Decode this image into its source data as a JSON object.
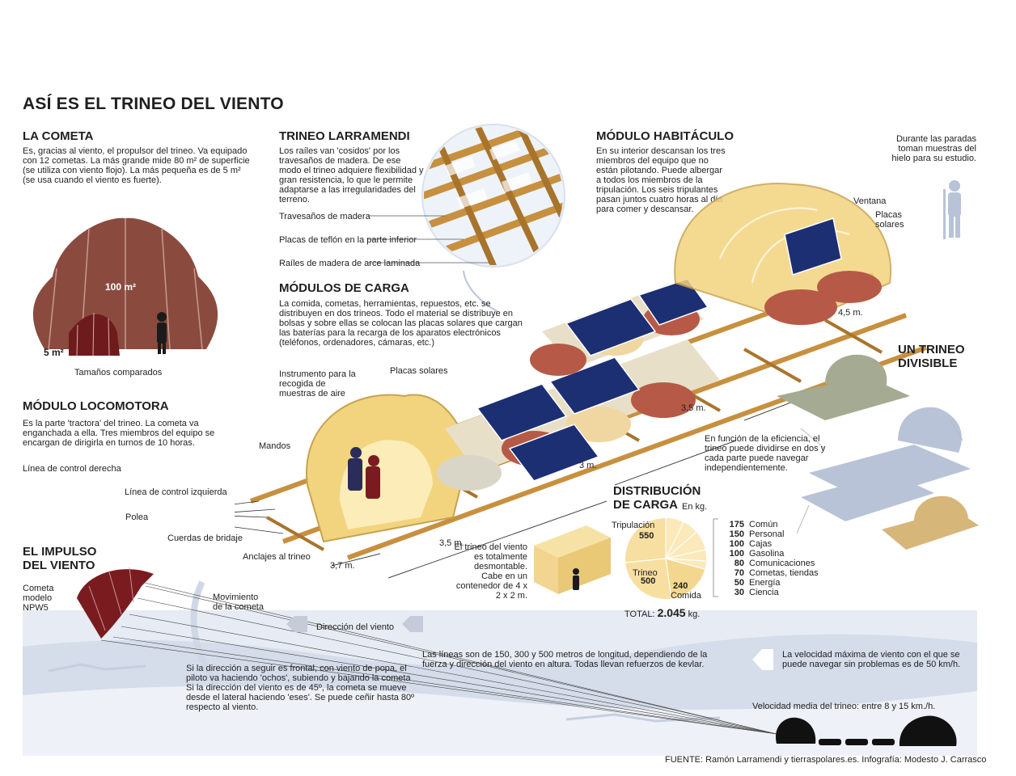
{
  "title": "ASÍ ES EL TRINEO DEL VIENTO",
  "cometa": {
    "heading": "LA COMETA",
    "text": "Es, gracias al viento, el propulsor del trineo. Va equipado con 12 cometas. La más grande mide 80 m² de superficie (se utiliza con viento flojo). La más pequeña es de 5 m² (se usa cuando el viento es fuerte).",
    "big_label": "100 m²",
    "small_label": "5 m²",
    "caption": "Tamaños comparados"
  },
  "trineo_larramendi": {
    "heading": "TRINEO LARRAMENDI",
    "text": "Los raíles van 'cosidos' por los travesaños de madera. De ese modo el trineo adquiere flexibilidad y gran resistencia, lo que le permite adaptarse a las irregularidades del terreno.",
    "labels": [
      "Travesaños de madera",
      "Placas de teflón en la parte inferior",
      "Raíles de madera de arce laminada"
    ]
  },
  "habitaculo": {
    "heading": "MÓDULO HABITÁCULO",
    "text": "En su interior descansan los tres miembros del equipo que no están pilotando. Puede albergar a todos los miembros de la tripulación. Los seis tripulantes pasan juntos cuatro horas al día para comer y descansar.",
    "ventana": "Ventana",
    "placas": "Placas solares",
    "dim": "4,5 m."
  },
  "paradas": {
    "text": "Durante las paradas toman muestras del hielo para su estudio."
  },
  "carga": {
    "heading": "MÓDULOS DE CARGA",
    "text": "La comida, cometas, herramientas, repuestos, etc. se distribuyen en dos trineos. Todo el material se distribuye en bolsas y sobre ellas se colocan las placas solares que cargan las baterías para la recarga de los aparatos electrónicos (teléfonos, ordenadores, cámaras, etc.)",
    "placas": "Placas solares",
    "instrumento": "Instrumento para la recogida de muestras de aire"
  },
  "locomotora": {
    "heading": "MÓDULO LOCOMOTORA",
    "text": "Es la parte 'tractora' del trineo. La cometa va enganchada a ella. Tres miembros del equipo se encargan de dirigirla en turnos de 10 horas.",
    "labels": [
      "Línea de control derecha",
      "Línea de control izquierda",
      "Polea",
      "Cuerdas de bridaje",
      "Anclajes al trineo",
      "Mandos"
    ]
  },
  "dims": [
    "3,5 m.",
    "3 m.",
    "3,5 m.",
    "3,7 m."
  ],
  "divisible": {
    "heading": "UN TRINEO DIVISIBLE",
    "text": "En función de la eficiencia, el trineo puede dividirse en dos y cada parte puede navegar independientemente."
  },
  "contenedor": {
    "text": "El trineo del viento es totalmente desmontable. Cabe en un contenedor de 4 x 2 x 2 m."
  },
  "distribucion": {
    "heading": "DISTRIBUCIÓN DE CARGA",
    "unit": "En kg.",
    "pie_labels": [
      "Tripulación",
      "550",
      "Trineo",
      "500",
      "240",
      "Comida"
    ],
    "list": [
      {
        "kg": "175",
        "name": "Común"
      },
      {
        "kg": "150",
        "name": "Personal"
      },
      {
        "kg": "100",
        "name": "Cajas"
      },
      {
        "kg": "100",
        "name": "Gasolina"
      },
      {
        "kg": "80",
        "name": "Comunicaciones"
      },
      {
        "kg": "70",
        "name": "Cometas, tiendas"
      },
      {
        "kg": "50",
        "name": "Energía"
      },
      {
        "kg": "30",
        "name": "Ciencia"
      }
    ],
    "total_label": "TOTAL:",
    "total_value": "2.045",
    "total_unit": "kg."
  },
  "impulso": {
    "heading": "EL IMPULSO DEL VIENTO",
    "modelo": "Cometa modelo NPW5",
    "movimiento": "Movimiento de la cometa",
    "direccion": "Dirección del viento",
    "lineas": "Las líneas son de 150, 300 y 500 metros de longitud, dependiendo de la fuerza y dirección del viento en altura. Todas llevan refuerzos de kevlar.",
    "velocidad_max": "La velocidad máxima de viento con el que se puede navegar sin problemas es de 50 km/h.",
    "frontal": "Si la dirección a seguir es frontal, con viento de popa, el piloto va haciendo 'ochos', subiendo y bajando la cometa Si la dirección del viento es de 45º, la cometa se mueve desde el lateral haciendo 'eses'. Se puede ceñir hasta 80º respecto al viento.",
    "velocidad_media": "Velocidad media del trineo: entre 8 y 15 km./h."
  },
  "fuente": "FUENTE: Ramón Larramendi y tierraspolares.es. Infografía: Modesto J. Carrasco",
  "colors": {
    "sled_wood": "#c7903f",
    "dome": "#f3d47e",
    "kite": "#8a4b3e",
    "kite_dark": "#6e1b1d",
    "solar": "#1c2f73"
  }
}
